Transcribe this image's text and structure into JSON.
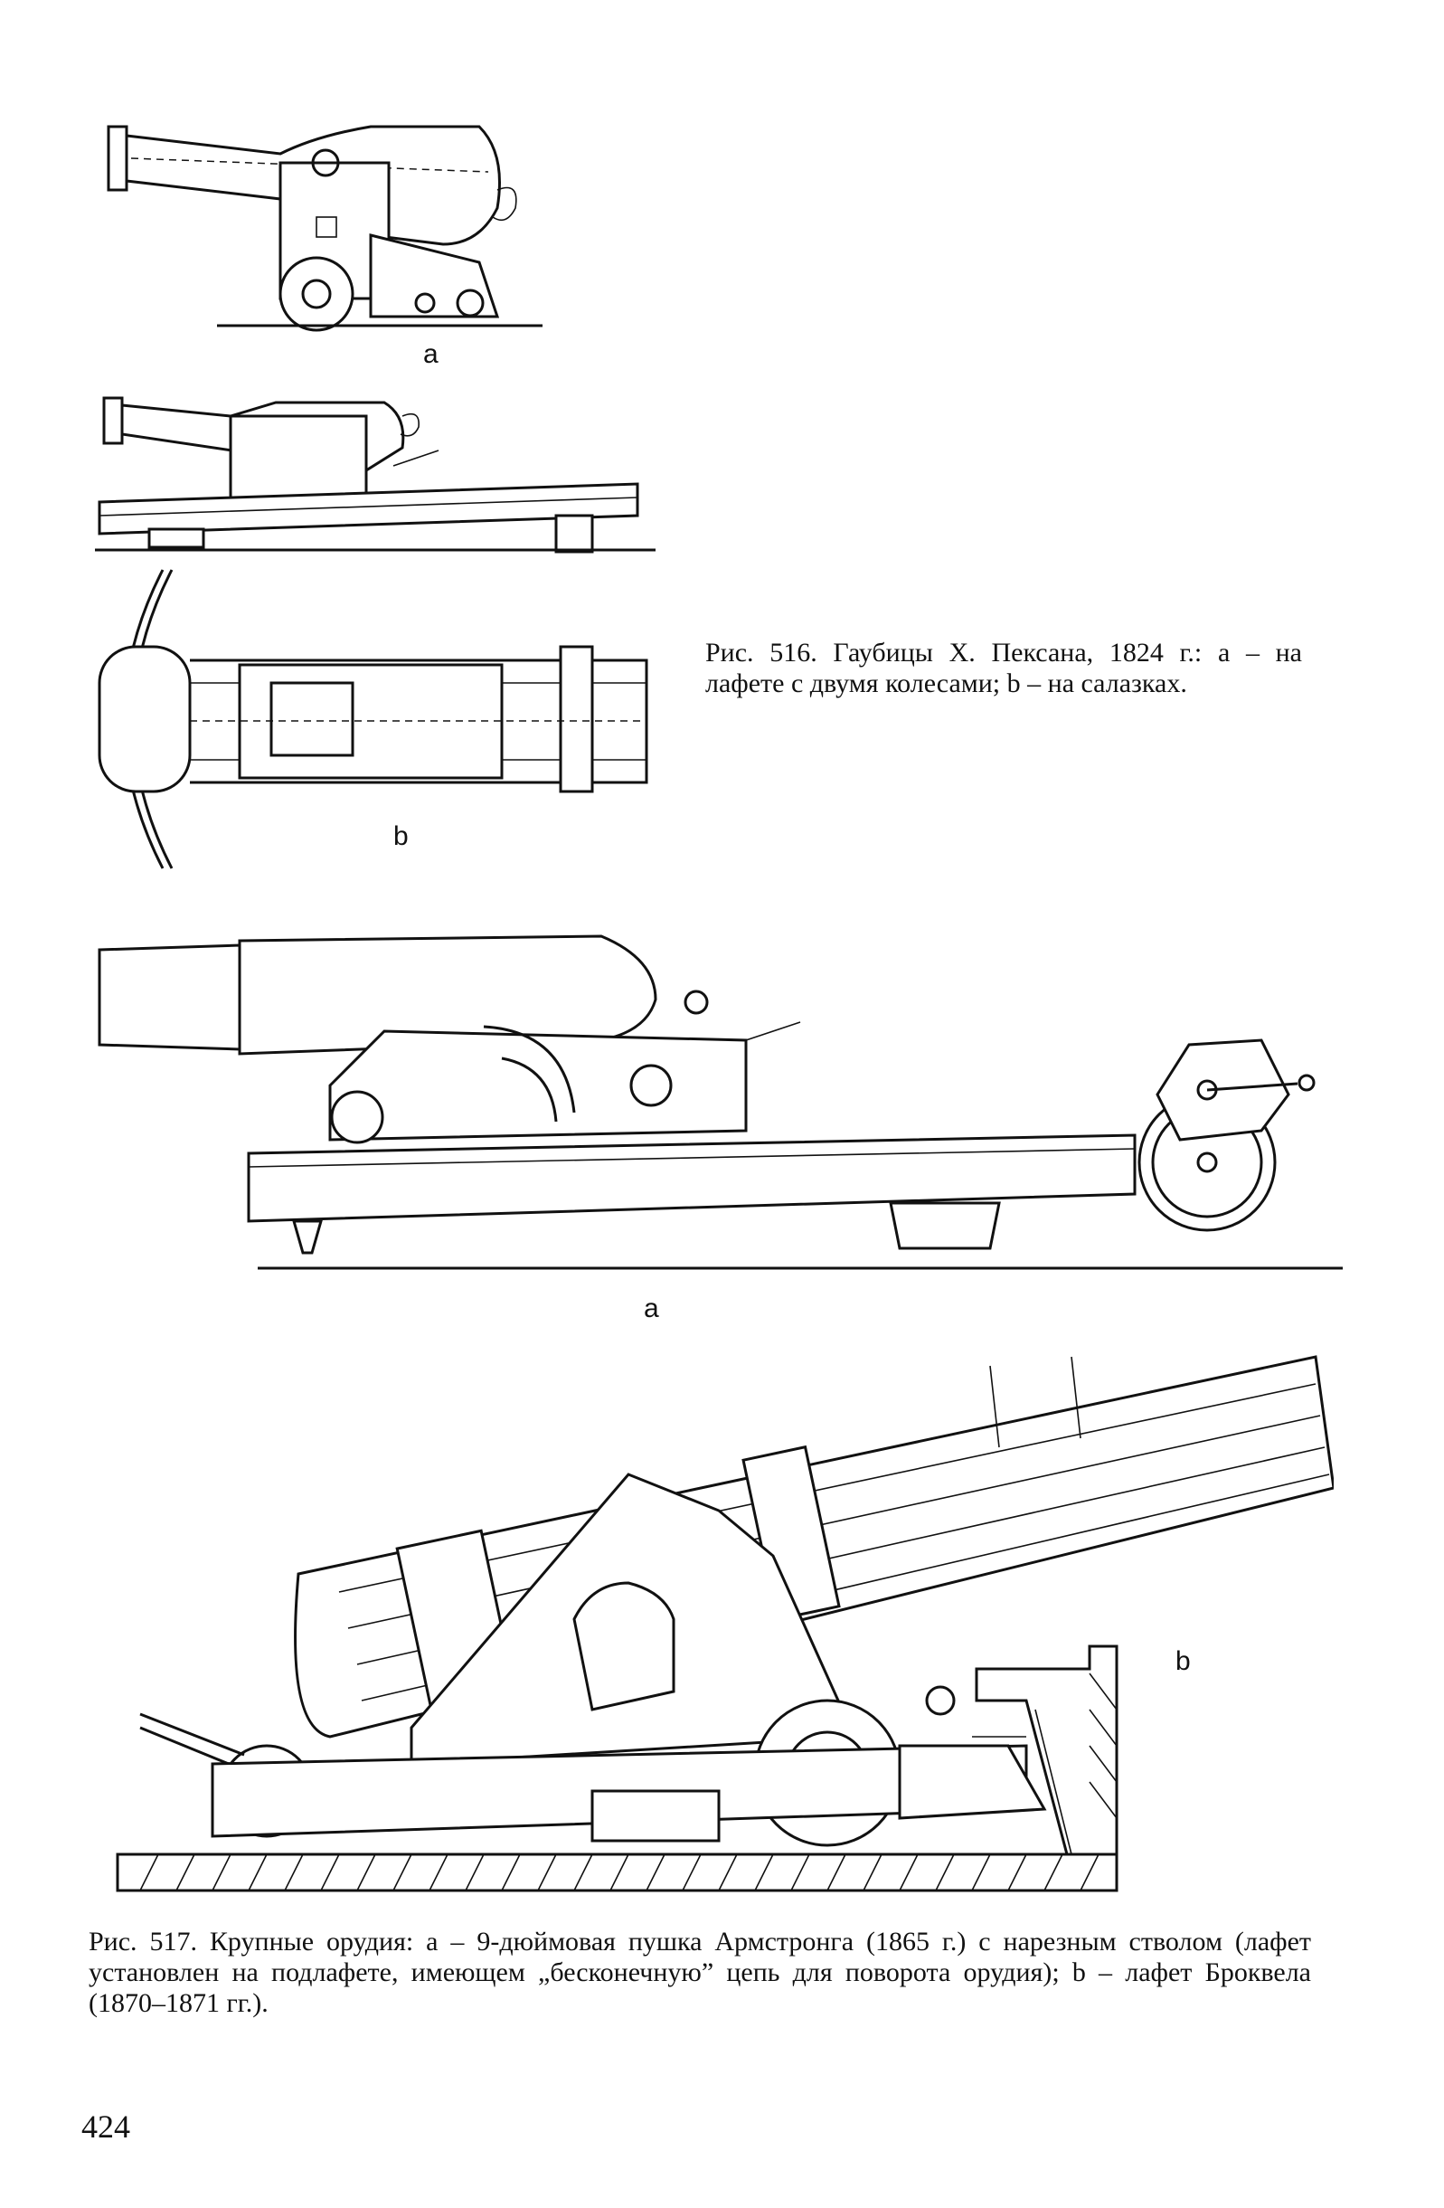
{
  "figures": {
    "fig516": {
      "label_a": "a",
      "label_b": "b",
      "caption": "Рис. 516. Гаубицы Х. Пексана, 1824 г.: а – на лафете с двумя колесами; b – на салазках."
    },
    "fig517": {
      "label_a": "a",
      "label_b": "b",
      "caption": "Рис. 517. Крупные орудия: а – 9-дюймовая пушка Армстронга (1865 г.) с нарезным стволом (лафет установлен на подлафете, имеющем „бесконечную” цепь для поворота орудия); b – лафет Броквела (1870–1871 гг.)."
    }
  },
  "page_number": "424"
}
